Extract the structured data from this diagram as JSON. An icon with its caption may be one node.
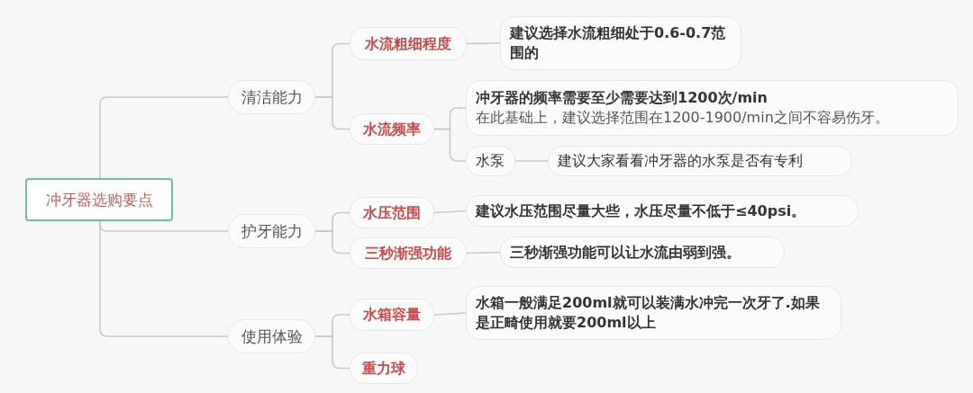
{
  "diagram": {
    "nodes": [
      {
        "text": [
          "冲牙器选购要点"
        ]
      },
      {
        "text": [
          "清洁能力"
        ]
      },
      {
        "text": [
          "水流粗细程度"
        ]
      },
      {
        "text": [
          "建议选择水流粗细处于0.6-0.7范围的"
        ]
      },
      {
        "text": [
          "水流频率"
        ]
      },
      {
        "text": [
          "冲牙器的频率需要至少需要达到1200次/min",
          "在此基础上，建议选择范围在1200-1900/min之间不容易伤牙。"
        ]
      },
      {
        "text": [
          "水泵"
        ]
      },
      {
        "text": [
          "建议大家看看冲牙器的水泵是否有专利"
        ]
      },
      {
        "text": [
          "护牙能力"
        ]
      },
      {
        "text": [
          "水压范围"
        ]
      },
      {
        "text": [
          "建议水压范围尽量大些，水压尽量不低于≤40psi。"
        ]
      },
      {
        "text": [
          "三秒渐强功能"
        ]
      },
      {
        "text": [
          "三秒渐强功能可以让水流由弱到强。"
        ]
      },
      {
        "text": [
          "使用体验"
        ]
      },
      {
        "text": [
          "水箱容量"
        ]
      },
      {
        "text": [
          "水箱一般满足200ml就可以装满水冲完一次牙了.如果是正畸使用就要200ml以上"
        ]
      },
      {
        "text": [
          "重力球"
        ]
      }
    ],
    "edges": [
      {
        "from": 0,
        "to": 1,
        "arrow": "none"
      },
      {
        "from": 1,
        "to": 2,
        "arrow": "none"
      },
      {
        "from": 2,
        "to": 3,
        "arrow": "none"
      },
      {
        "from": 1,
        "to": 4,
        "arrow": "none"
      },
      {
        "from": 4,
        "to": 5,
        "arrow": "none"
      },
      {
        "from": 4,
        "to": 6,
        "arrow": "none"
      },
      {
        "from": 6,
        "to": 7,
        "arrow": "none"
      },
      {
        "from": 0,
        "to": 8,
        "arrow": "none"
      },
      {
        "from": 8,
        "to": 9,
        "arrow": "none"
      },
      {
        "from": 9,
        "to": 10,
        "arrow": "none"
      },
      {
        "from": 8,
        "to": 11,
        "arrow": "none"
      },
      {
        "from": 11,
        "to": 12,
        "arrow": "none"
      },
      {
        "from": 0,
        "to": 13,
        "arrow": "none"
      },
      {
        "from": 13,
        "to": 14,
        "arrow": "none"
      },
      {
        "from": 14,
        "to": 15,
        "arrow": "none"
      },
      {
        "from": 13,
        "to": 16,
        "arrow": "none"
      }
    ]
  }
}
